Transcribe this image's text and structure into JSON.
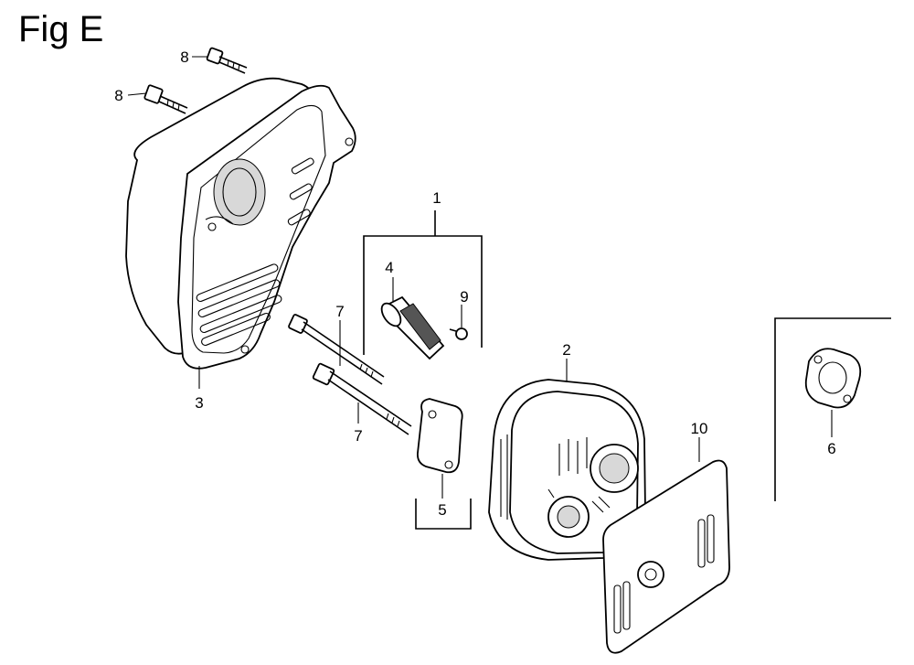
{
  "figure": {
    "title": "Fig E"
  },
  "callouts": {
    "c1": "1",
    "c2": "2",
    "c3": "3",
    "c4": "4",
    "c5": "5",
    "c6": "6",
    "c7a": "7",
    "c7b": "7",
    "c8a": "8",
    "c8b": "8",
    "c9": "9",
    "c10": "10"
  }
}
